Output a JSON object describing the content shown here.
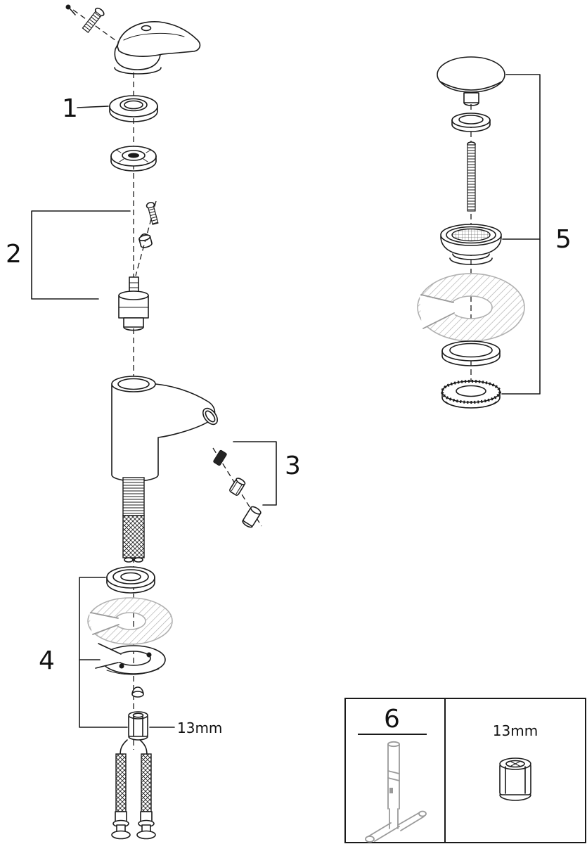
{
  "diagram": {
    "callouts": {
      "c1": "1",
      "c2": "2",
      "c3": "3",
      "c4": "4",
      "c5": "5",
      "c6": "6"
    },
    "annotations": {
      "wrench_size": "13mm",
      "box_wrench_size": "13mm"
    },
    "colors": {
      "line": "#1a1a1a",
      "ghost_gray": "#9a9a9a",
      "background": "#ffffff"
    }
  }
}
